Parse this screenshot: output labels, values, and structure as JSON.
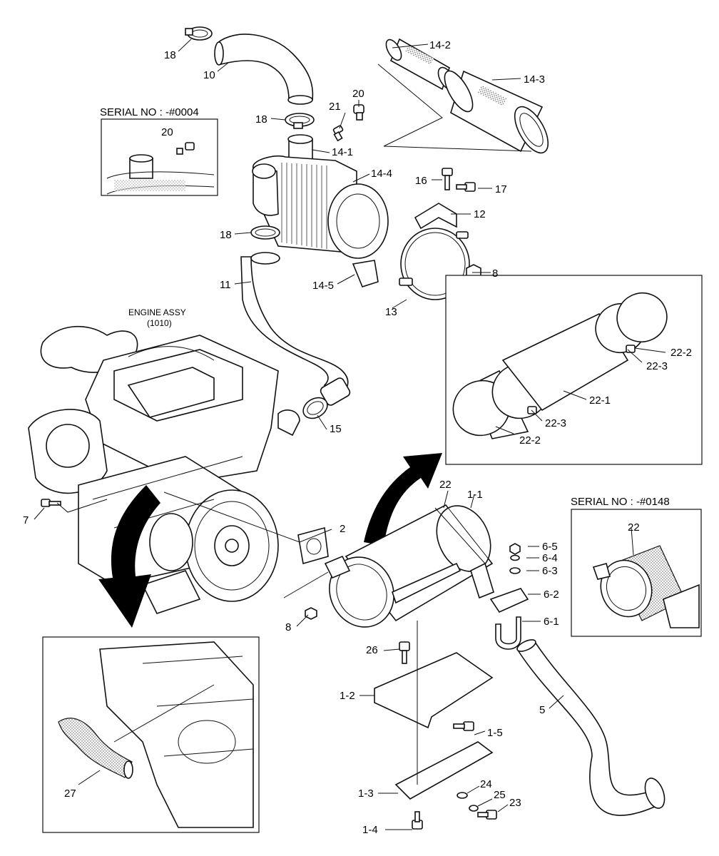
{
  "labels": {
    "p10": "10",
    "p11": "11",
    "p12": "12",
    "p13": "13",
    "p14_1": "14-1",
    "p14_2": "14-2",
    "p14_3": "14-3",
    "p14_4": "14-4",
    "p14_5": "14-5",
    "p15": "15",
    "p16": "16",
    "p17": "17",
    "p18a": "18",
    "p18b": "18",
    "p18c": "18",
    "p20a": "20",
    "p20b": "20",
    "p21": "21",
    "p8a": "8",
    "p8b": "8",
    "p7": "7",
    "p2": "2",
    "p22": "22",
    "p1_1": "1-1",
    "p22_1": "22-1",
    "p22_2a": "22-2",
    "p22_2b": "22-2",
    "p22_3a": "22-3",
    "p22_3b": "22-3",
    "p22c": "22",
    "p6_1": "6-1",
    "p6_2": "6-2",
    "p6_3": "6-3",
    "p6_4": "6-4",
    "p6_5": "6-5",
    "p5": "5",
    "p26": "26",
    "p1_2": "1-2",
    "p1_3": "1-3",
    "p1_4": "1-4",
    "p1_5": "1-5",
    "p23": "23",
    "p24": "24",
    "p25": "25",
    "p27": "27"
  },
  "notes": {
    "serial_0004": "SERIAL NO : -#0004",
    "serial_0148": "SERIAL NO : -#0148",
    "engine_assy": "ENGINE ASSY",
    "engine_code": "(1010)"
  }
}
